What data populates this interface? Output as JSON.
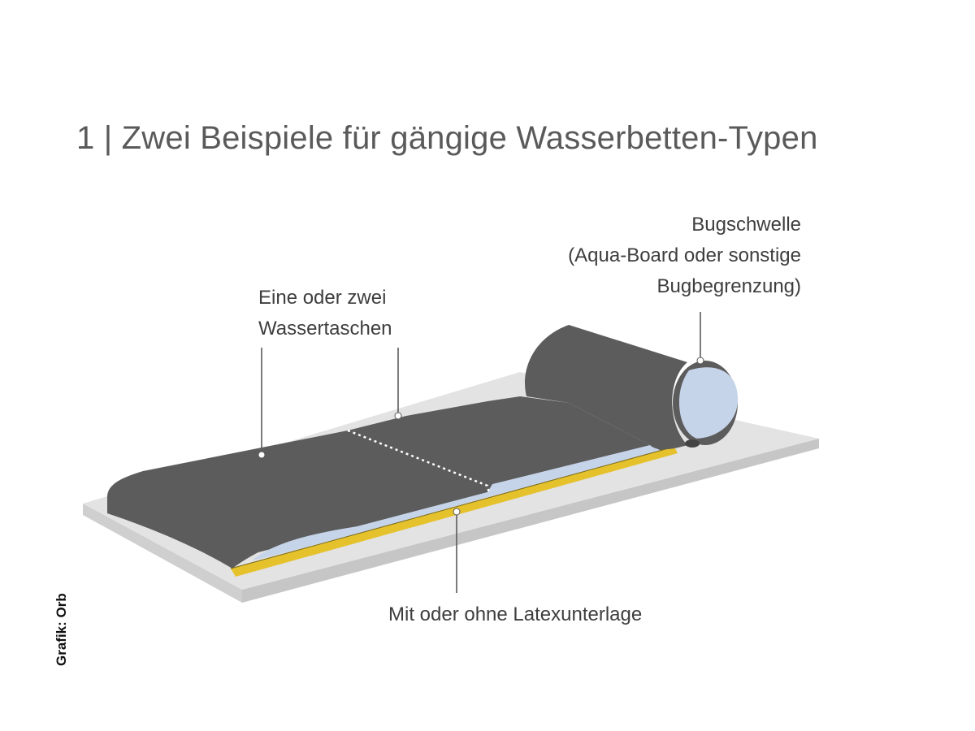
{
  "title": "1 | Zwei Beispiele für gängige Wasserbetten-Typen",
  "labels": {
    "bugschwelle": [
      "Bugschwelle",
      "(Aqua-Board oder sonstige",
      "Bugbegrenzung)"
    ],
    "wassertaschen": [
      "Eine oder zwei",
      "Wassertaschen"
    ],
    "latex": "Mit oder ohne Latexunterlage"
  },
  "credit": "Grafik: Orb",
  "colors": {
    "base_board": "#e3e3e3",
    "base_edge": "#c9c9c9",
    "mattress": "#5c5c5c",
    "water": "#c6d4ea",
    "latex": "#e5c22c",
    "leader": "#5a5a5a"
  }
}
